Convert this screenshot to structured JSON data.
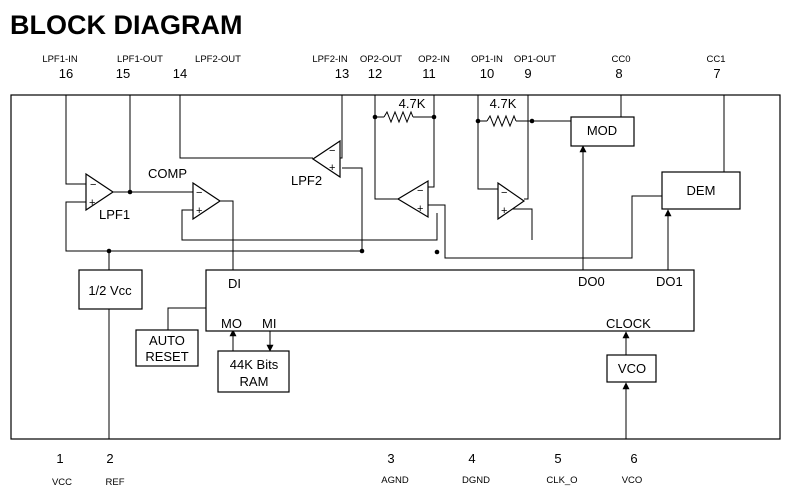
{
  "title": "BLOCK DIAGRAM",
  "top_pins": [
    {
      "name": "LPF1-IN",
      "num": "16"
    },
    {
      "name": "LPF1-OUT",
      "num": "15"
    },
    {
      "name": "LPF2-OUT",
      "num": "14"
    },
    {
      "name": "LPF2-IN",
      "num": "13"
    },
    {
      "name": "OP2-OUT",
      "num": "12"
    },
    {
      "name": "OP2-IN",
      "num": "11"
    },
    {
      "name": "OP1-IN",
      "num": "10"
    },
    {
      "name": "OP1-OUT",
      "num": "9"
    },
    {
      "name": "CC0",
      "num": "8"
    },
    {
      "name": "CC1",
      "num": "7"
    }
  ],
  "bottom_pins": [
    {
      "name": "VCC",
      "num": "1"
    },
    {
      "name": "REF",
      "num": "2"
    },
    {
      "name": "AGND",
      "num": "3"
    },
    {
      "name": "DGND",
      "num": "4"
    },
    {
      "name": "CLK_O",
      "num": "5"
    },
    {
      "name": "VCO",
      "num": "6"
    }
  ],
  "blocks": {
    "lpf1": "LPF1",
    "comp": "COMP",
    "lpf2": "LPF2",
    "mod": "MOD",
    "dem": "DEM",
    "half_vcc": "1/2 Vcc",
    "auto_reset_line1": "AUTO",
    "auto_reset_line2": "RESET",
    "ram_line1": "44K Bits",
    "ram_line2": "RAM",
    "vco": "VCO",
    "di": "DI",
    "mo": "MO",
    "mi": "MI",
    "do0": "DO0",
    "do1": "DO1",
    "clock": "CLOCK",
    "r1": "4.7K",
    "r2": "4.7K"
  }
}
